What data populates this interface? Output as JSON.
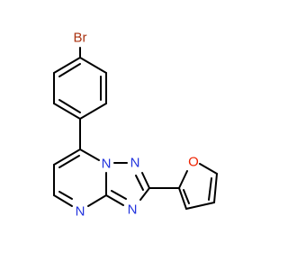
{
  "molecule": {
    "atom_labels": {
      "bromine": "Br",
      "n_bridge": "N",
      "n_triazole": "N",
      "n_triazole_lower": "N",
      "n_pyrimidine": "N",
      "o_furan": "O"
    },
    "colors": {
      "carbon_bond": "#000000",
      "nitrogen": "#2233dd",
      "oxygen": "#ee2200",
      "bromine": "#aa3311"
    }
  }
}
